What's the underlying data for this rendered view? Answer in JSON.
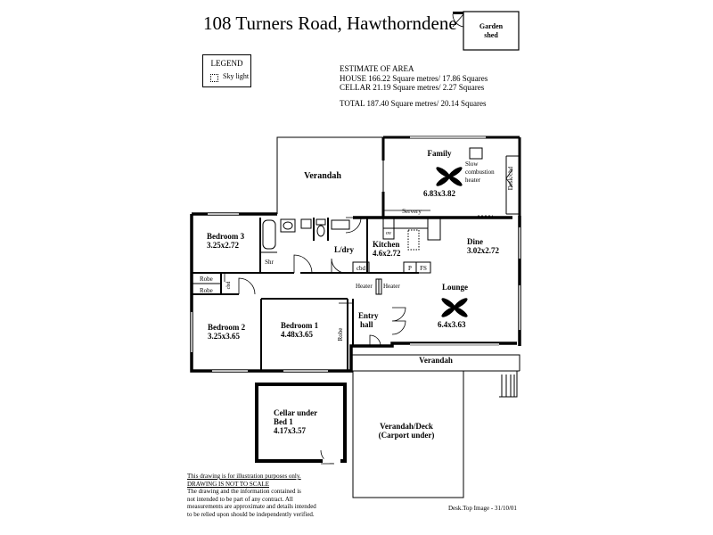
{
  "title": "108 Turners Road,  Hawthorndene",
  "legend": {
    "heading": "LEGEND",
    "items": [
      {
        "label": "Sky light",
        "icon": "skylight-icon"
      }
    ]
  },
  "estimate": {
    "heading": "ESTIMATE OF AREA",
    "house": "HOUSE  166.22 Square metres/ 17.86  Squares",
    "cellar": "CELLAR  21.19 Square metres/  2.27 Squares",
    "total": "TOTAL  187.40 Square metres/  20.14 Squares"
  },
  "rooms": {
    "garden_shed": [
      "Garden",
      "shed"
    ],
    "verandah_top": "Verandah",
    "family": "Family",
    "family_dim": "6.83x3.82",
    "slow_combustion": [
      "Slow",
      "combustion",
      "heater"
    ],
    "desk_cbd": "Desk/cbd",
    "servery": "Servery",
    "bedroom3": "Bedroom 3",
    "bedroom3_dim": "3.25x2.72",
    "shr": "Shr",
    "ldry": "L/dry",
    "kitchen": "Kitchen",
    "kitchen_dim": "4.6x2.72",
    "ov": "ov",
    "cbd": "cbd",
    "p": "P",
    "fs": "FS",
    "dine": "Dine",
    "dine_dim": "3.02x2.72",
    "robe": "Robe",
    "robe2": "Robe",
    "robe3": "Robe",
    "heater_left": "Heater",
    "heater_right": "Heater",
    "lounge": "Lounge",
    "lounge_dim": "6.4x3.63",
    "entry": [
      "Entry",
      "hall"
    ],
    "bedroom2": "Bedroom 2",
    "bedroom2_dim": "3.25x3.65",
    "bedroom1": "Bedroom 1",
    "bedroom1_dim": "4.48x3.65",
    "verandah_bottom": "Verandah",
    "cellar": [
      "Cellar under",
      "Bed 1",
      "4.17x3.57"
    ],
    "deck": [
      "Verandah/Deck",
      "(Carport under)"
    ]
  },
  "disclaimer": {
    "line1": "This drawing is for illustration purposes only.",
    "line2": "DRAWING IS NOT TO SCALE",
    "lines": [
      "The drawing and the information contained is",
      "not intended to be part of any contract.  All",
      "measurements are approximate and details intended",
      "to be relied upon should be independently verified."
    ]
  },
  "footer": "Desk.Top Image -  31/10/01"
}
